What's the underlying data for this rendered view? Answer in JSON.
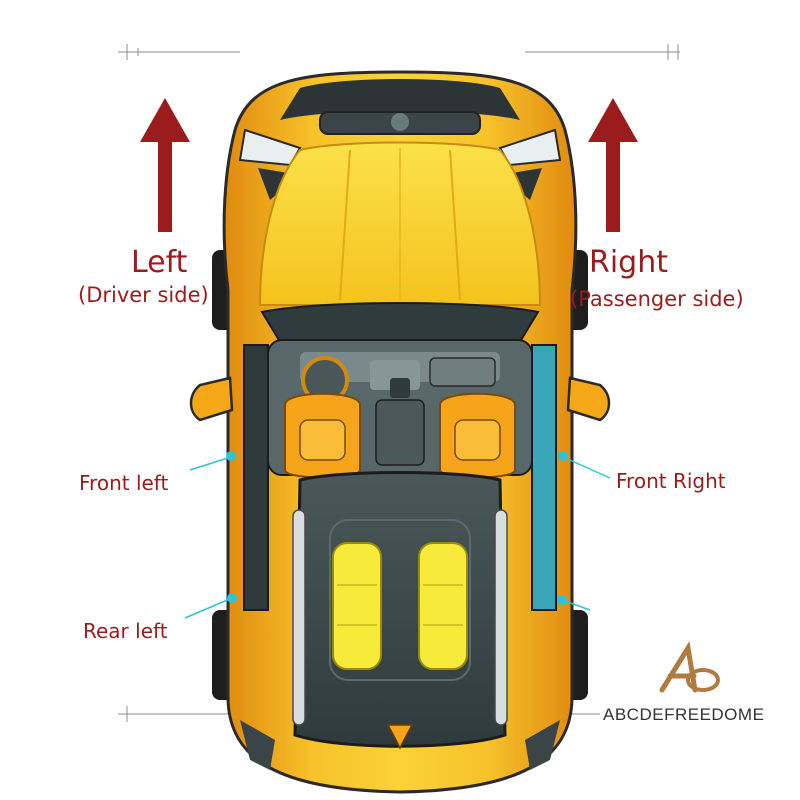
{
  "labels": {
    "left_title": "Left",
    "left_sub": "(Driver side)",
    "right_title": "Right",
    "right_sub": "(Passenger side)",
    "front_left": "Front left",
    "front_right": "Front Right",
    "rear_left": "Rear left"
  },
  "watermark": {
    "text": "ABCDEFREEDOME"
  },
  "colors": {
    "label_red": "#9b1c1c",
    "car_yellow": "#f5b820",
    "roof_dark": "#3d4a4c",
    "window_teal": "#3aa6b9",
    "marker_cyan": "#2ec4d6"
  }
}
